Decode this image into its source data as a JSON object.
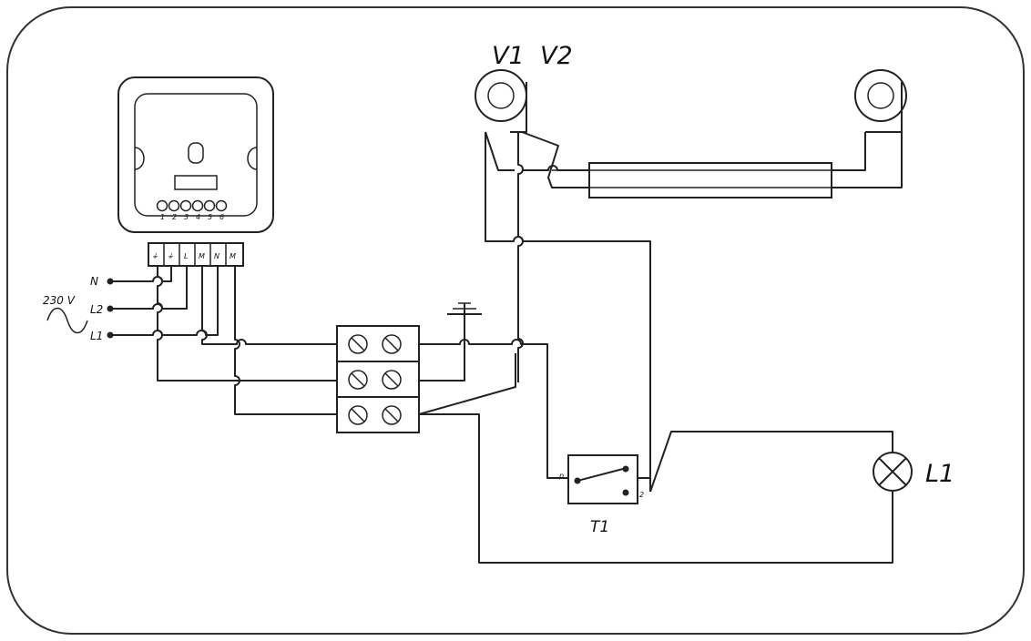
{
  "labels": {
    "fan1": "V1",
    "fan2": "V2",
    "lamp": "L1",
    "relay": "T1",
    "voltage": "230 V",
    "phase_n": "N",
    "phase_l2": "L2",
    "phase_l1": "L1"
  },
  "controller": {
    "terminal_numbers": [
      "1",
      "2",
      "3",
      "4",
      "5",
      "6"
    ],
    "connector_pins": [
      "⏚",
      "⏚",
      "L",
      "M",
      "N",
      "M"
    ]
  },
  "relay_contacts": {
    "left": "p",
    "right": "2"
  }
}
